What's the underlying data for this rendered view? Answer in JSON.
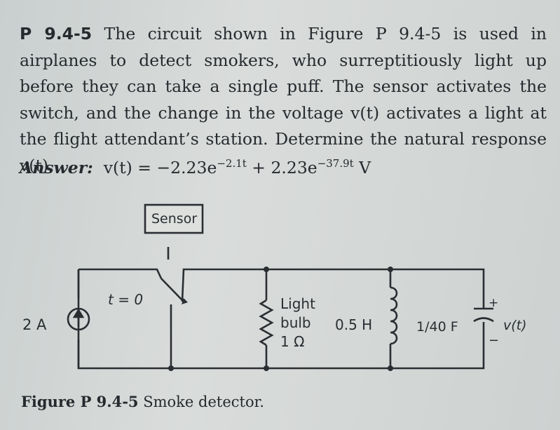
{
  "problem": {
    "id": "P 9.4-5",
    "text": "The circuit shown in Figure P 9.4-5 is used in airplanes to detect smokers, who surreptitiously light up before they can take a single puff. The sensor activates the switch, and the change in the voltage v(t) activates a light at the flight attendant’s station. Determine the natural response v(t)."
  },
  "answer": {
    "label": "Answer:",
    "lhs": "v(t) = −2.23e",
    "exp1": "−2.1t",
    "mid": " + 2.23e",
    "exp2": "−37.9t",
    "unit": " V"
  },
  "figure": {
    "source_label": "2 A",
    "sensor_label": "Sensor",
    "switch_time": "t = 0",
    "bulb_line1": "Light",
    "bulb_line2": "bulb",
    "bulb_resistance": "1 Ω",
    "inductor_label": "0.5 H",
    "capacitor_label": "1/40 F",
    "plus_sign": "+",
    "minus_sign": "−",
    "output_label": "v(t)"
  },
  "caption": {
    "figure_id": "Figure P 9.4-5",
    "title": "Smoke detector."
  },
  "colors": {
    "ink": "#262a2e",
    "paper": "#d3d7d5"
  }
}
